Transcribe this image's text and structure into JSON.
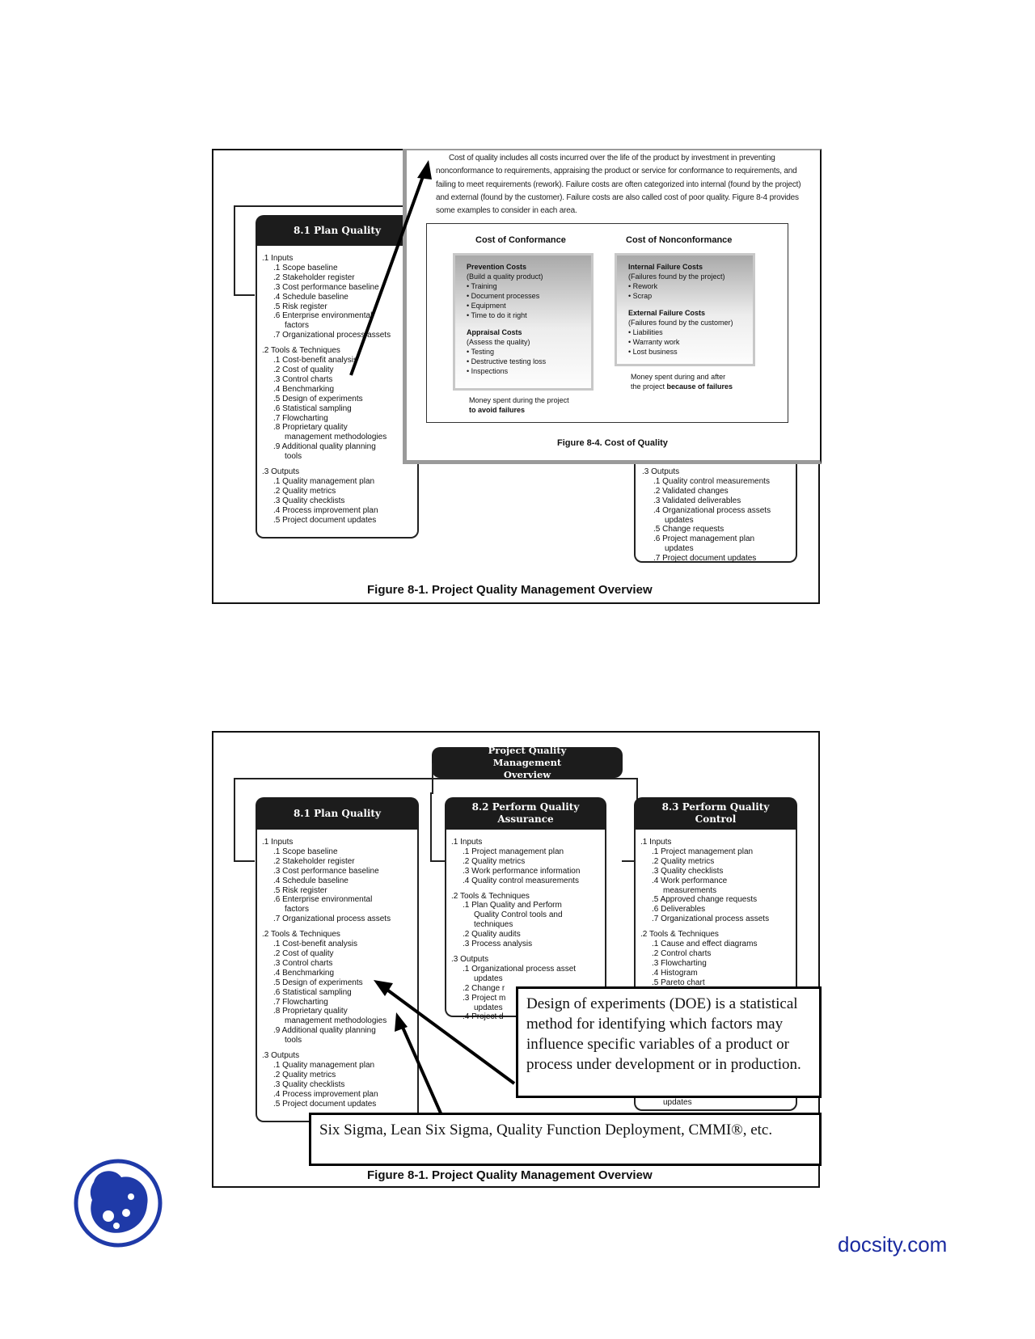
{
  "fig_top": {
    "plan_title": "8.1 Plan Quality",
    "plan_inputs_head": ".1  Inputs",
    "plan_inputs": [
      ".1  Scope baseline",
      ".2  Stakeholder register",
      ".3  Cost performance baseline",
      ".4  Schedule baseline",
      ".5  Risk register",
      ".6  Enterprise environmental",
      "factors",
      ".7  Organizational process assets"
    ],
    "plan_tools_head": ".2  Tools & Techniques",
    "plan_tools": [
      ".1  Cost-benefit analysis",
      ".2  Cost of quality",
      ".3  Control charts",
      ".4  Benchmarking",
      ".5  Design of experiments",
      ".6  Statistical sampling",
      ".7  Flowcharting",
      ".8  Proprietary quality",
      "management methodologies",
      ".9  Additional quality planning",
      "tools"
    ],
    "plan_outputs_head": ".3  Outputs",
    "plan_outputs": [
      ".1  Quality management plan",
      ".2  Quality metrics",
      ".3  Quality checklists",
      ".4  Process improvement plan",
      ".5  Project document updates"
    ],
    "control_outputs_head": ".3  Outputs",
    "control_outputs": [
      ".1  Quality control measurements",
      ".2  Validated changes",
      ".3  Validated deliverables",
      ".4  Organizational process assets",
      "updates",
      ".5  Change requests",
      ".6  Project management plan",
      "updates",
      ".7  Project document updates"
    ],
    "caption": "Figure 8-1. Project Quality Management Overview",
    "popup": {
      "paragraph": "Cost of quality includes all costs incurred over the life of the product by investment in preventing nonconformance to requirements, appraising the product or service for conformance to requirements, and failing to meet requirements (rework). Failure costs are often categorized into internal (found by the project) and external (found by the customer). Failure costs are also called cost of poor quality. Figure 8-4 provides some examples to consider in each area.",
      "col1_title": "Cost of Conformance",
      "col2_title": "Cost of Nonconformance",
      "prevention_title": "Prevention Costs",
      "prevention_sub": "(Build a quality product)",
      "prevention_items": [
        "• Training",
        "• Document processes",
        "• Equipment",
        "• Time to do it right"
      ],
      "appraisal_title": "Appraisal Costs",
      "appraisal_sub": "(Assess the quality)",
      "appraisal_items": [
        "• Testing",
        "• Destructive testing loss",
        "• Inspections"
      ],
      "conf_note_1": "Money spent during the project",
      "conf_note_2": "to avoid failures",
      "internal_title": "Internal Failure Costs",
      "internal_sub": "(Failures found by the project)",
      "internal_items": [
        "• Rework",
        "• Scrap"
      ],
      "external_title": "External Failure Costs",
      "external_sub": "(Failures found by the customer)",
      "external_items": [
        "• Liabilities",
        "• Warranty work",
        "• Lost business"
      ],
      "nonconf_note_1": "Money spent during and after",
      "nonconf_note_2": "the project ",
      "nonconf_note_bold": "because of failures",
      "caption": "Figure 8-4. Cost of Quality"
    }
  },
  "fig_bottom": {
    "overview_title": "Project Quality Management Overview",
    "plan_title": "8.1 Plan Quality",
    "assurance_title": "8.2 Perform Quality Assurance",
    "control_title": "8.3 Perform Quality Control",
    "assurance_inputs_head": ".1  Inputs",
    "assurance_inputs": [
      ".1  Project management plan",
      ".2  Quality metrics",
      ".3  Work performance information",
      ".4  Quality control measurements"
    ],
    "assurance_tools_head": ".2  Tools & Techniques",
    "assurance_tools": [
      ".1  Plan Quality and Perform",
      "Quality Control tools and",
      "techniques",
      ".2  Quality audits",
      ".3  Process analysis"
    ],
    "assurance_outputs_head": ".3  Outputs",
    "assurance_outputs": [
      ".1  Organizational process asset",
      "updates",
      ".2  Change r",
      ".3  Project m",
      "updates",
      ".4  Project d"
    ],
    "control_inputs_head": ".1  Inputs",
    "control_inputs": [
      ".1  Project management plan",
      ".2  Quality metrics",
      ".3  Quality checklists",
      ".4  Work performance",
      "measurements",
      ".5  Approved change requests",
      ".6  Deliverables",
      ".7  Organizational process assets"
    ],
    "control_tools_head": ".2  Tools & Techniques",
    "control_tools": [
      ".1  Cause and effect diagrams",
      ".2  Control charts",
      ".3  Flowcharting",
      ".4  Histogram",
      ".5  Pareto chart"
    ],
    "control_tail": [
      "updates"
    ],
    "callout_doe": "Design of experiments (DOE) is a statistical method for identifying which factors may influence specific variables of a product or process under development or in production.",
    "callout_six_sigma": "Six Sigma, Lean Six Sigma, Quality Function Deployment, CMMI®, etc.",
    "caption": "Figure 8-1. Project Quality Management Overview"
  },
  "footer": {
    "brand": "docsity.com",
    "brand_color": "#1a2aa0",
    "logo_color": "#1f3aa8"
  }
}
